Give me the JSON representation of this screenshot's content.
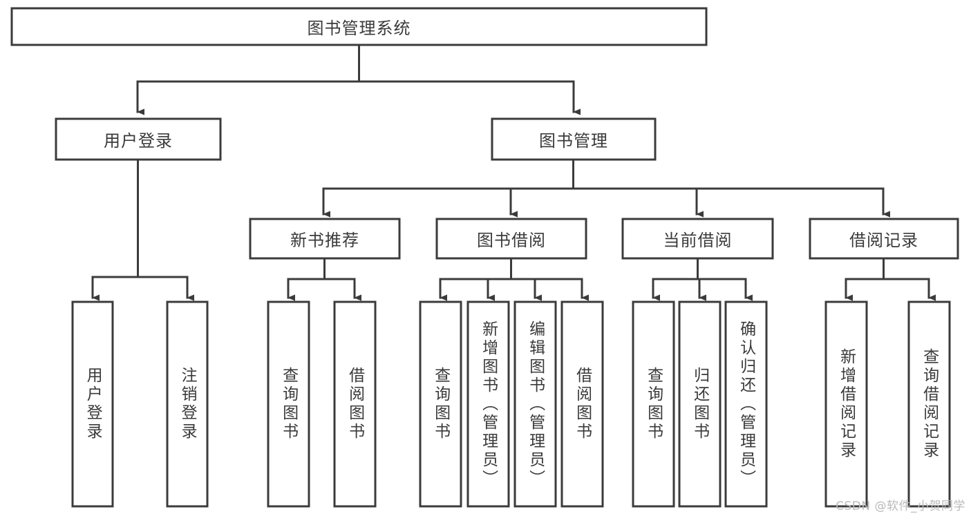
{
  "diagram": {
    "title": "图书管理系统",
    "watermark": "CSDN @软件_小贺同学",
    "stroke_color": "#3b3b3b",
    "text_color": "#3a3a3a",
    "background_color": "#ffffff",
    "type": "tree-hierarchy-flowchart",
    "nodes": {
      "root": {
        "label": "图书管理系统",
        "level": 1
      },
      "level2": [
        {
          "id": "user-login",
          "label": "用户登录"
        },
        {
          "id": "book-management",
          "label": "图书管理"
        }
      ],
      "level3": [
        {
          "id": "new-book-recommend",
          "label": "新书推荐",
          "parent": "book-management"
        },
        {
          "id": "book-borrow",
          "label": "图书借阅",
          "parent": "book-management"
        },
        {
          "id": "current-borrow",
          "label": "当前借阅",
          "parent": "book-management"
        },
        {
          "id": "borrow-record",
          "label": "借阅记录",
          "parent": "book-management"
        }
      ],
      "leaves": {
        "user-login": [
          {
            "id": "leaf-user-login",
            "label": "用户登录"
          },
          {
            "id": "leaf-logout-login",
            "label": "注销登录"
          }
        ],
        "new-book-recommend": [
          {
            "id": "leaf-query-book-1",
            "label": "查询图书"
          },
          {
            "id": "leaf-borrow-book-1",
            "label": "借阅图书"
          }
        ],
        "book-borrow": [
          {
            "id": "leaf-query-book-2",
            "label": "查询图书"
          },
          {
            "id": "leaf-add-book",
            "label": "新增图书（管理员）"
          },
          {
            "id": "leaf-edit-book",
            "label": "编辑图书（管理员）"
          },
          {
            "id": "leaf-borrow-book-2",
            "label": "借阅图书"
          }
        ],
        "current-borrow": [
          {
            "id": "leaf-query-book-3",
            "label": "查询图书"
          },
          {
            "id": "leaf-return-book",
            "label": "归还图书"
          },
          {
            "id": "leaf-confirm-return",
            "label": "确认归还（管理员）"
          }
        ],
        "borrow-record": [
          {
            "id": "leaf-add-record",
            "label": "新增借阅记录"
          },
          {
            "id": "leaf-query-record",
            "label": "查询借阅记录"
          }
        ]
      }
    }
  }
}
